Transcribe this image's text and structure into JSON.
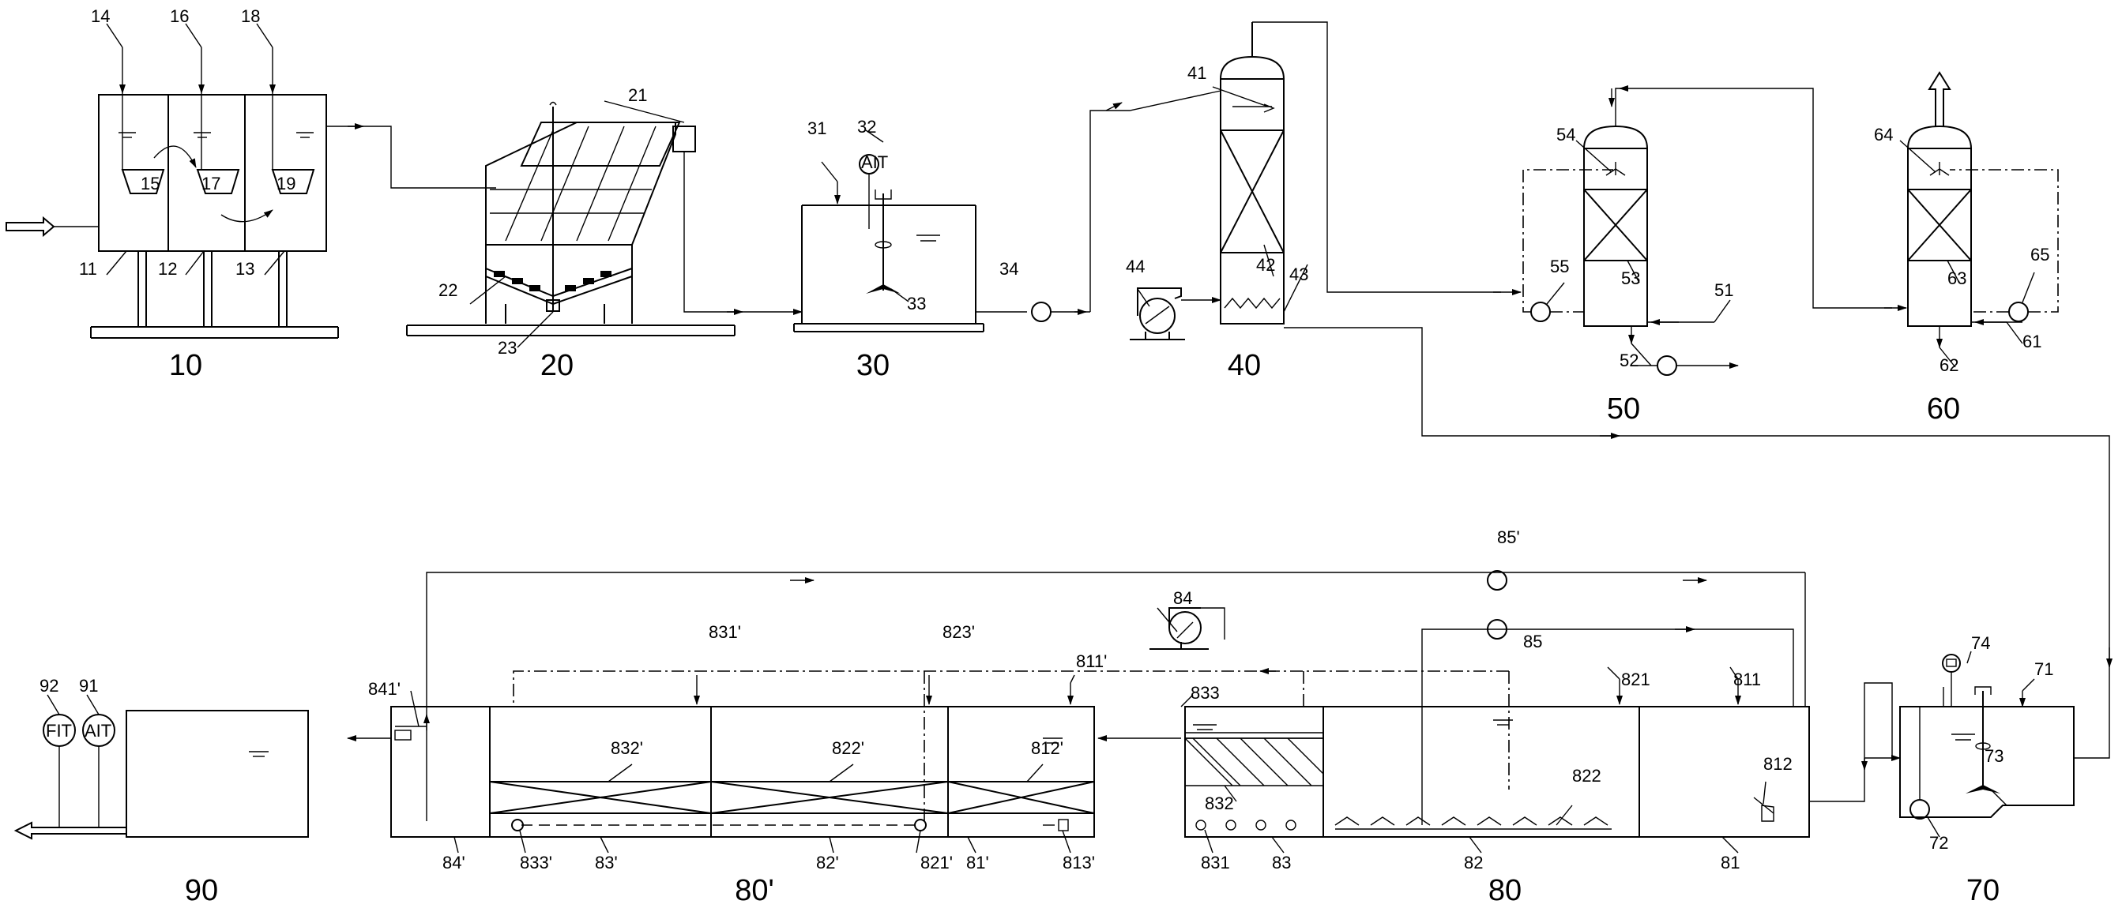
{
  "units": {
    "u10": {
      "name": "10",
      "parts": [
        "11",
        "12",
        "13",
        "14",
        "15",
        "16",
        "17",
        "18",
        "19"
      ]
    },
    "u20": {
      "name": "20",
      "parts": [
        "21",
        "22",
        "23"
      ]
    },
    "u30": {
      "name": "30",
      "parts": [
        "31",
        "32",
        "33",
        "34"
      ],
      "analyzer": "AIT"
    },
    "u40": {
      "name": "40",
      "parts": [
        "41",
        "42",
        "43",
        "44"
      ]
    },
    "u50": {
      "name": "50",
      "parts": [
        "51",
        "52",
        "53",
        "54",
        "55"
      ]
    },
    "u60": {
      "name": "60",
      "parts": [
        "61",
        "62",
        "63",
        "64",
        "65"
      ]
    },
    "u70": {
      "name": "70",
      "parts": [
        "71",
        "72",
        "73",
        "74"
      ]
    },
    "u80": {
      "name": "80",
      "parts": [
        "81",
        "811",
        "812",
        "82",
        "821",
        "822",
        "83",
        "831",
        "832",
        "833",
        "84",
        "85"
      ]
    },
    "u80p": {
      "name": "80'",
      "parts": [
        "81'",
        "811'",
        "812'",
        "813'",
        "82'",
        "821'",
        "822'",
        "823'",
        "83'",
        "831'",
        "832'",
        "833'",
        "84'",
        "841'",
        "85'"
      ]
    },
    "u90": {
      "name": "90",
      "parts": [
        "91",
        "92"
      ],
      "instruments": [
        "FIT",
        "AIT"
      ]
    }
  }
}
